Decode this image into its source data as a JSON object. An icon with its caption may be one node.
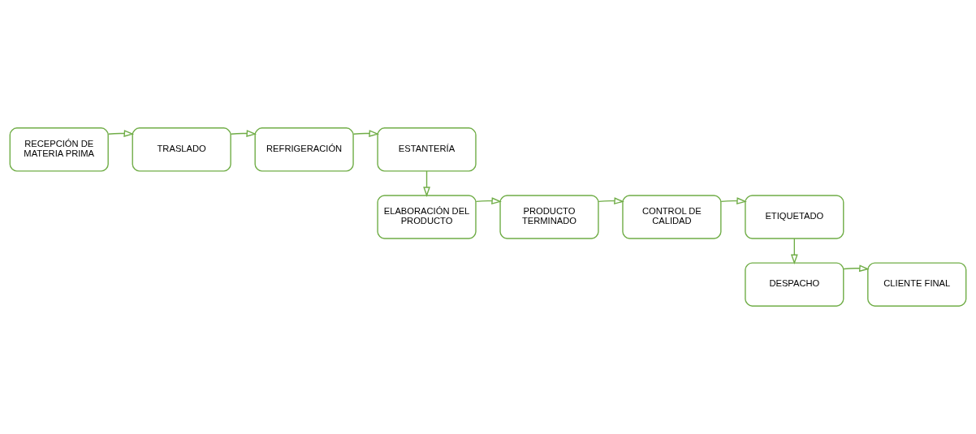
{
  "diagram": {
    "nodes": [
      {
        "text": [
          "RECEPCIÓN DE MATERIA PRIMA"
        ]
      },
      {
        "text": [
          "TRASLADO"
        ]
      },
      {
        "text": [
          "REFRIGERACIÓN"
        ]
      },
      {
        "text": [
          "ESTANTERÍA"
        ]
      },
      {
        "text": [
          "ELABORACIÓN DEL PRODUCTO"
        ]
      },
      {
        "text": [
          "PRODUCTO TERMINADO"
        ]
      },
      {
        "text": [
          "CONTROL DE CALIDAD"
        ]
      },
      {
        "text": [
          "ETIQUETADO"
        ]
      },
      {
        "text": [
          "DESPACHO"
        ]
      },
      {
        "text": [
          "CLIENTE FINAL"
        ]
      }
    ],
    "edges": [
      {
        "from": 0,
        "to": 1,
        "arrow": "to"
      },
      {
        "from": 1,
        "to": 2,
        "arrow": "to"
      },
      {
        "from": 2,
        "to": 3,
        "arrow": "to"
      },
      {
        "from": 3,
        "to": 4,
        "arrow": "to"
      },
      {
        "from": 4,
        "to": 5,
        "arrow": "to"
      },
      {
        "from": 5,
        "to": 6,
        "arrow": "to"
      },
      {
        "from": 6,
        "to": 7,
        "arrow": "to"
      },
      {
        "from": 7,
        "to": 8,
        "arrow": "to"
      },
      {
        "from": 8,
        "to": 9,
        "arrow": "to"
      }
    ]
  }
}
